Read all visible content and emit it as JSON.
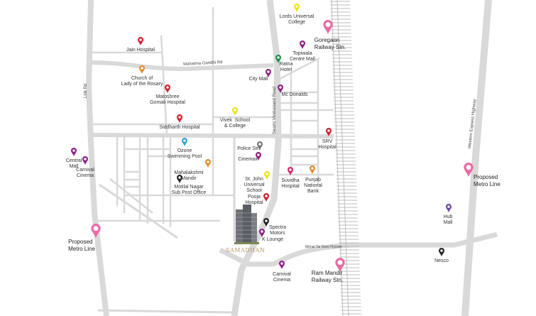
{
  "map": {
    "roads": {
      "link_rd": "Link Rd",
      "mahatma_gandhi_rd": "Mahatma Gandhi Rd",
      "swami_vivekanand_road": "Swami Vivekanand Road",
      "western_express_highway": "Western Express Highway",
      "mrinal_tai_gore_flyover": "Mrinal Tai Gore Flyover"
    },
    "project": {
      "name": "SAMADHAN"
    },
    "colors": {
      "road": "#d9d9d9",
      "rail": "#bdbdbd",
      "red": "#d0202e",
      "orange": "#e58a2b",
      "purple": "#8e1f86",
      "violet": "#6b4aa0",
      "green": "#159447",
      "yellow": "#eee21a",
      "blue": "#2aa7d6",
      "black": "#222222",
      "grey": "#777777",
      "pink": "#ea6aa5",
      "magenta": "#d6266e"
    },
    "pois": [
      {
        "id": "lords-universal-college",
        "label": "Lords Universal\nCollege",
        "color": "yellow"
      },
      {
        "id": "goregaon-railway-stn",
        "label": "Goregaon\nRailway Stn.",
        "color": "pink"
      },
      {
        "id": "jain-hospital",
        "label": "Jain Hospital",
        "color": "red"
      },
      {
        "id": "topiwala-centre-mall",
        "label": "Topiwala\nCentre Mall",
        "color": "purple"
      },
      {
        "id": "ratna-hotel",
        "label": "Ratna\nHotel",
        "color": "green"
      },
      {
        "id": "church-of-lady-of-the-rosary",
        "label": "Church of\nLady of the Rosary",
        "color": "orange"
      },
      {
        "id": "city-mall",
        "label": "City Mall",
        "color": "purple"
      },
      {
        "id": "matoshree-gomati-hospital",
        "label": "Matoshree\nGomati Hospital",
        "color": "red"
      },
      {
        "id": "mc-donalds",
        "label": "Mc Donalds",
        "color": "purple"
      },
      {
        "id": "vivek-school-college",
        "label": "Vivek  School\n& College",
        "color": "yellow"
      },
      {
        "id": "siddharth-hospital",
        "label": "Siddharth Hospital",
        "color": "red"
      },
      {
        "id": "srv-hospital",
        "label": "SRV\nHospital",
        "color": "red"
      },
      {
        "id": "ozone-swimming-pool",
        "label": "Ozone\nSwimming Pool",
        "color": "blue"
      },
      {
        "id": "police-stn",
        "label": "Police Stn.",
        "color": "grey"
      },
      {
        "id": "cinemax",
        "label": "Cinemax",
        "color": "purple"
      },
      {
        "id": "central-mall",
        "label": "Central\nMall",
        "color": "purple"
      },
      {
        "id": "carnival-cinema-west",
        "label": "Carnival\nCinema",
        "color": "purple"
      },
      {
        "id": "mahalakshmi-mandir",
        "label": "Mahalakshmi\nMandir",
        "color": "orange"
      },
      {
        "id": "st-john-universal-school",
        "label": "St. John\nUniversal\nSchool",
        "color": "yellow"
      },
      {
        "id": "suvidha-hospital",
        "label": "Suvidha\nHospital",
        "color": "magenta"
      },
      {
        "id": "punjab-national-bank",
        "label": "Punjab\nNational\nBank",
        "color": "orange"
      },
      {
        "id": "motilal-nagar-sub-post-office",
        "label": "Motilal Nagar\nSub Post Office",
        "color": "black"
      },
      {
        "id": "pooja-hospital",
        "label": "Pooja\nHospital",
        "color": "red"
      },
      {
        "id": "proposed-metro-line-east",
        "label": "Proposed\nMetro Line",
        "color": "pink"
      },
      {
        "id": "hub-mall",
        "label": "Hub\nMall",
        "color": "violet"
      },
      {
        "id": "spectra-motors",
        "label": "Spectra\nMotors",
        "color": "black"
      },
      {
        "id": "proposed-metro-line-west",
        "label": "Proposed\nMetro Line",
        "color": "pink"
      },
      {
        "id": "k-lounge",
        "label": "K Lounge",
        "color": "purple"
      },
      {
        "id": "nesco",
        "label": "Nesco",
        "color": "black"
      },
      {
        "id": "carnival-cinema-east",
        "label": "Carnival\nCinema",
        "color": "purple"
      },
      {
        "id": "ram-mandir-railway-stn",
        "label": "Ram Mandir\nRailway Stn.",
        "color": "pink"
      }
    ]
  }
}
